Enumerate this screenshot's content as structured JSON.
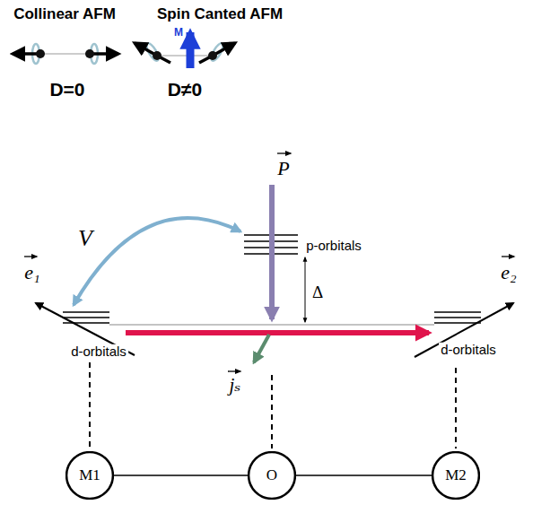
{
  "diagram": {
    "nodes": [
      {
        "text": [
          "M1"
        ]
      },
      {
        "text": [
          "O"
        ]
      },
      {
        "text": [
          "M2"
        ]
      }
    ],
    "edges": [
      {
        "from": 0,
        "to": 1,
        "arrow": "none"
      },
      {
        "from": 1,
        "to": 2,
        "arrow": "none"
      }
    ],
    "labels": [
      "Collinear AFM",
      "Spin Canted AFM",
      "M",
      "D=0",
      "D≠0",
      "V",
      "p-orbitals",
      "Δ",
      "e₁",
      "P",
      "e₂",
      "d-orbitals",
      "jₛ",
      "d-orbitals"
    ]
  }
}
